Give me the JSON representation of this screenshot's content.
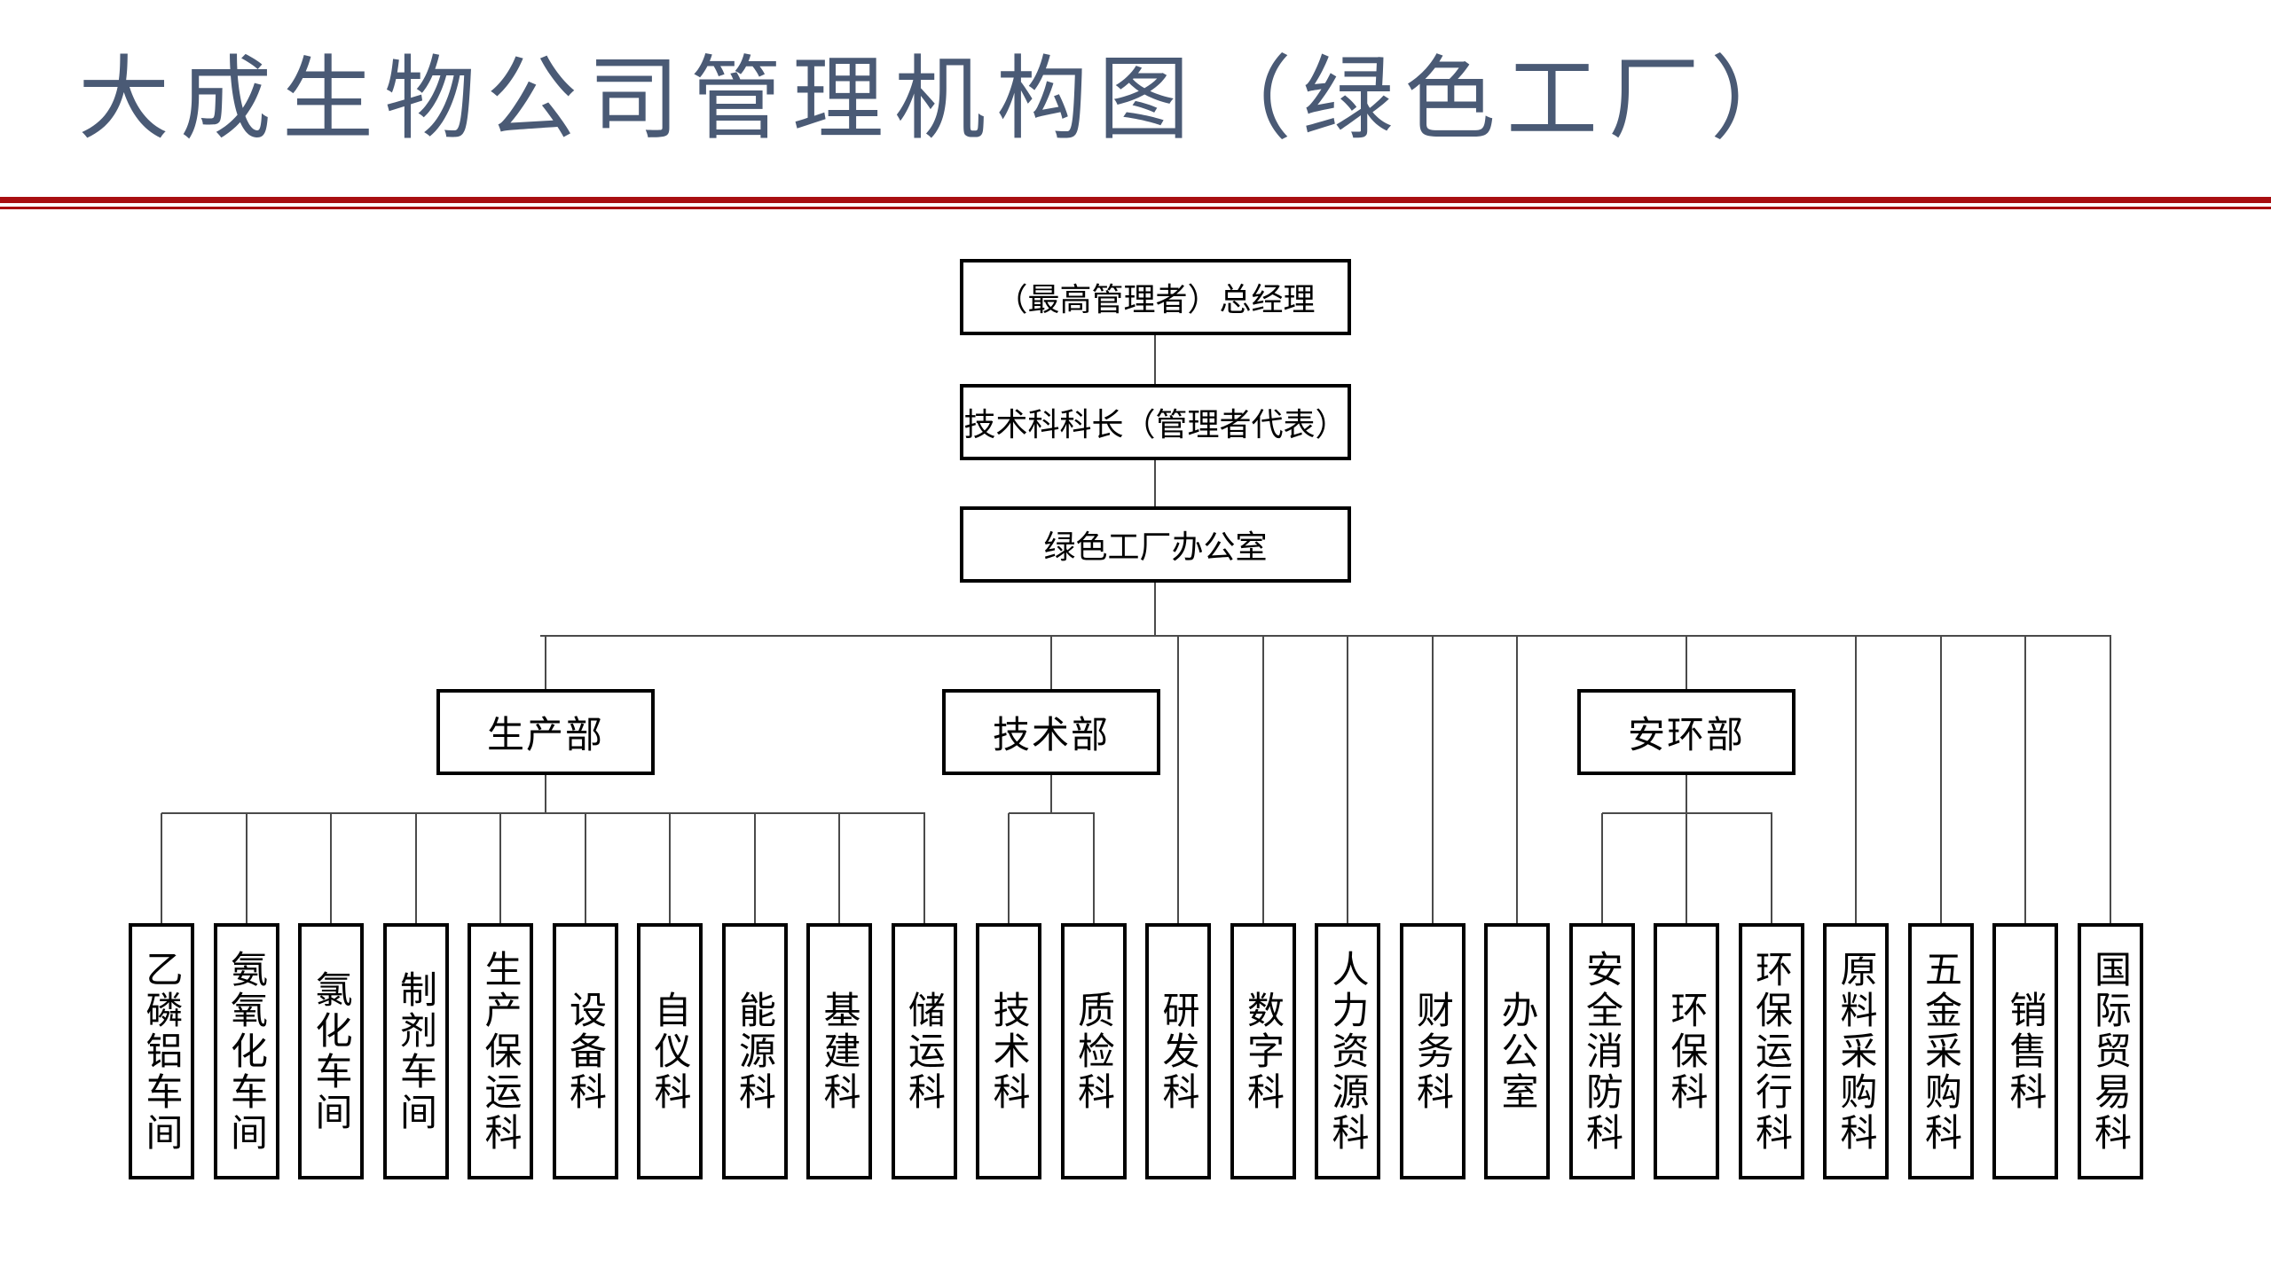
{
  "page": {
    "title_text": "大成生物公司管理机构图（绿色工厂）"
  },
  "colors": {
    "title": "#4A5A75",
    "divider_red": "#A80F11",
    "connector_line": "#4A4A4A",
    "box_border": "#000000",
    "background": "#FFFFFF"
  },
  "org_chart": {
    "top_chain": [
      {
        "label": "（最高管理者）总经理"
      },
      {
        "label": "技术科科长（管理者代表）"
      },
      {
        "label": "绿色工厂办公室"
      }
    ],
    "departments": [
      {
        "label": "生产部",
        "children": [
          "乙磷铝车间",
          "氨氧化车间",
          "氯化车间",
          "制剂车间",
          "生产保运科",
          "设备科",
          "自仪科",
          "能源科",
          "基建科",
          "储运科"
        ]
      },
      {
        "label": "技术部",
        "children": [
          "技术科",
          "质检科"
        ]
      },
      {
        "label": "安环部",
        "children": [
          "安全消防科",
          "环保科",
          "环保运行科"
        ]
      }
    ],
    "direct_units_mid": [
      "研发科",
      "数字科",
      "人力资源科",
      "财务科",
      "办公室"
    ],
    "direct_units_right": [
      "原料采购科",
      "五金采购科",
      "销售科",
      "国际贸易科"
    ]
  }
}
